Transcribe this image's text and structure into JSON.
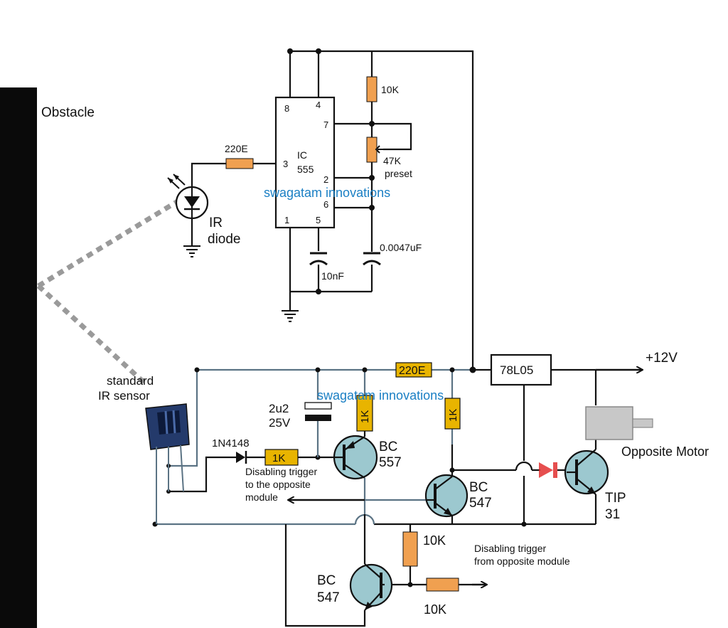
{
  "labels": {
    "obstacle": "Obstacle",
    "ir_diode_1": "IR",
    "ir_diode_2": "diode",
    "r_220e_top": "220E",
    "ic_name": "IC",
    "ic_num": "555",
    "pin8": "8",
    "pin4": "4",
    "pin7": "7",
    "pin3": "3",
    "pin2": "2",
    "pin6": "6",
    "pin1": "1",
    "pin5": "5",
    "r_10k_top": "10K",
    "preset_val": "47K",
    "preset_word": "preset",
    "cap_0047": "0.0047uF",
    "cap_10nf": "10nF",
    "watermark": "swagatam innovations",
    "sensor_1": "standard",
    "sensor_2": "IR sensor",
    "cap_2u2_1": "2u2",
    "cap_2u2_2": "25V",
    "diode_1n4148": "1N4148",
    "r_1k_base": "1K",
    "r_1k_v1": "1K",
    "r_1k_v2": "1K",
    "r_220e_mid": "220E",
    "bc557_1": "BC",
    "bc557_2": "557",
    "bc547a_1": "BC",
    "bc547a_2": "547",
    "bc547b_1": "BC",
    "bc547b_2": "547",
    "disable_to_1": "Disabling trigger",
    "disable_to_2": "to the opposite",
    "disable_to_3": "module",
    "reg": "78L05",
    "vplus": "+12V",
    "motor": "Opposite Motor",
    "tip_1": "TIP",
    "tip_2": "31",
    "r_10k_low1": "10K",
    "r_10k_low2": "10K",
    "disable_from_1": "Disabling trigger",
    "disable_from_2": "from opposite module"
  },
  "colors": {
    "wire_black": "#111111",
    "wire_blue": "#5b7384",
    "resistor": "#f0a050",
    "resistor_yellow": "#e8b400",
    "transistor": "#9cc8cf",
    "watermark": "#1a7fc4",
    "led_red": "#e23030",
    "beam": "#9a9a9a"
  }
}
